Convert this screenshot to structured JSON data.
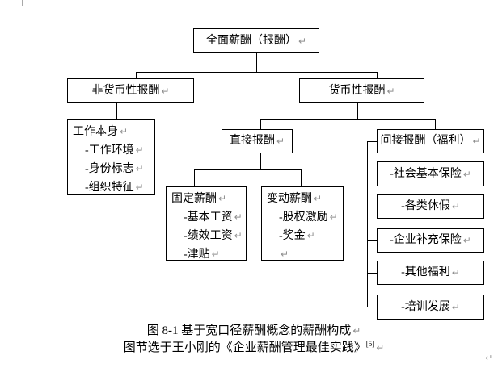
{
  "page": {
    "pilcrow": "↵",
    "colors": {
      "line": "#000000",
      "mark": "#8f8f8f",
      "crop_mark": "#a9a9a9"
    }
  },
  "chart": {
    "root": "全面薪酬（报酬）",
    "non_monetary": "非货币性报酬",
    "monetary": "货币性报酬",
    "work_itself": {
      "title": "工作本身",
      "items": [
        "-工作环境",
        "-身份标志",
        "-组织特征"
      ]
    },
    "direct": "直接报酬",
    "indirect": "间接报酬（福利）",
    "fixed": {
      "title": "固定薪酬",
      "items": [
        "-基本工资",
        "-绩效工资",
        "-津贴"
      ]
    },
    "variable": {
      "title": "变动薪酬",
      "items": [
        "-股权激励",
        "-奖金"
      ]
    },
    "benefits": [
      "-社会基本保险",
      "-各类休假",
      "-企业补充保险",
      "-其他福利",
      "-培训发展"
    ]
  },
  "caption": {
    "line1": "图 8-1 基于宽口径薪酬概念的薪酬构成",
    "line2": "图节选于王小刚的《企业薪酬管理最佳实践》",
    "superscript": "[5]"
  }
}
